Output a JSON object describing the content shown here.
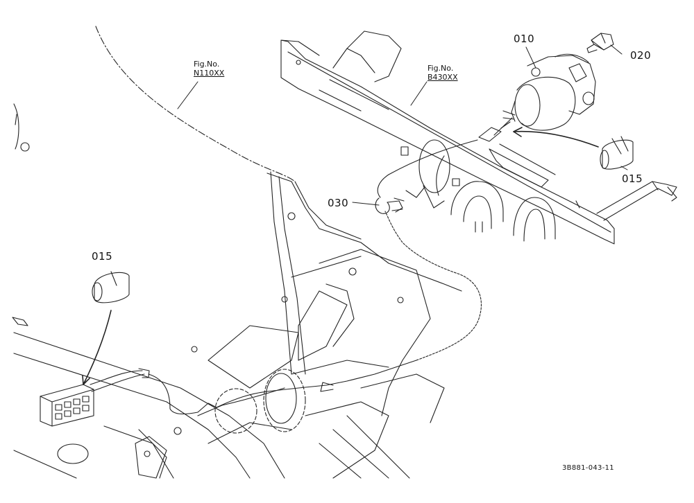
{
  "callouts": {
    "part_010": "010",
    "part_020": "020",
    "part_015_right": "015",
    "part_015_left": "015",
    "part_030": "030"
  },
  "fig_refs": {
    "n110": {
      "title": "Fig.No.",
      "ref": "N110XX"
    },
    "b430": {
      "title": "Fig.No.",
      "ref": "B430XX"
    }
  },
  "drawing_code": "3B881-043-11"
}
